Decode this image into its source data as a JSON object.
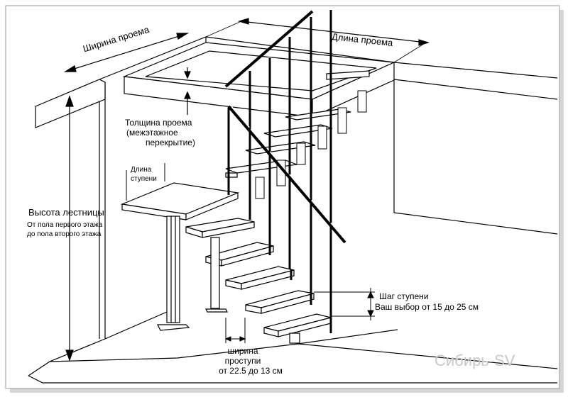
{
  "labels": {
    "opening_width": "Ширина проема",
    "opening_length": "Длина проема",
    "opening_thickness_l1": "Толщина проема",
    "opening_thickness_l2": "(межэтажное",
    "opening_thickness_l3": "перекрытие)",
    "step_length_l1": "Длина",
    "step_length_l2": "ступени",
    "stair_height_title": "Высота лестницы",
    "stair_height_l1": "От пола первого этажа",
    "stair_height_l2": "до пола второго этажа",
    "step_pitch_title": "Шаг ступени",
    "step_pitch_desc": "Ваш выбор от 15 до 25 см",
    "tread_width_l1": "ширина",
    "tread_width_l2": "проступи",
    "tread_width_l3": "от 22.5 до 13 см"
  },
  "watermark": "Сибирь-SV",
  "colors": {
    "line": "#000000",
    "fill": "#ffffff",
    "watermark": "#c9c9c9",
    "shadow": "#d0d0d0"
  }
}
